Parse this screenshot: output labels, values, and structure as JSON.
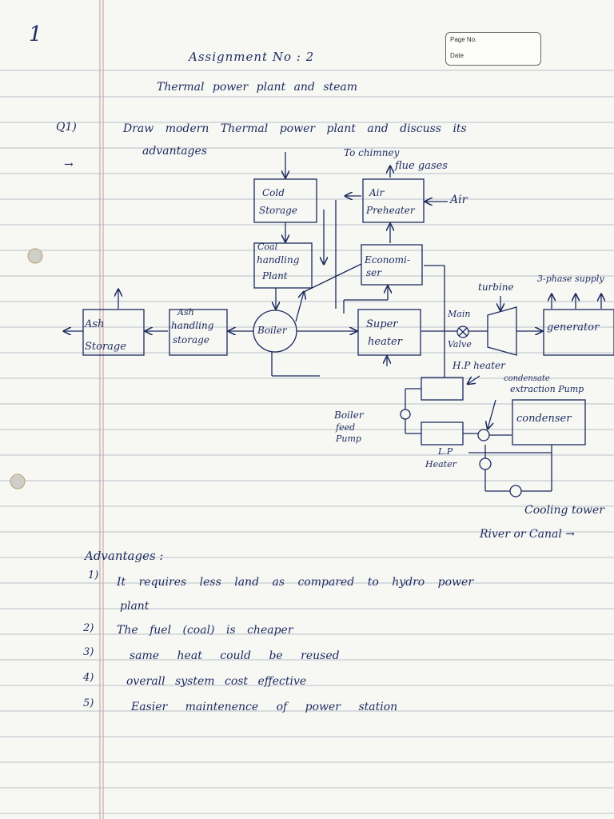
{
  "page_box": {
    "page_no_label": "Page No.",
    "date_label": "Date"
  },
  "header": {
    "page_mark": "1",
    "assignment": "Assignment   No : 2",
    "topic": "Thermal power plant and steam"
  },
  "question": {
    "number": "Q1)",
    "line1": "Draw modern Thermal power plant and discuss its",
    "line2": "advantages",
    "arrow": "→"
  },
  "diagram": {
    "to_chimney": "To chimney",
    "flue_gases": "flue gases",
    "cold_storage": [
      "Cold",
      "Storage"
    ],
    "air_preheater": [
      "Air",
      "Preheater"
    ],
    "air": "Air",
    "coal_handling": [
      "Coal",
      "handling",
      "Plant"
    ],
    "economiser": [
      "Economi-",
      "ser"
    ],
    "ash_storage": [
      "Ash",
      "Storage"
    ],
    "ash_handling": [
      "Ash",
      "handling",
      "storage"
    ],
    "boiler": "Boiler",
    "super_heater": [
      "Super",
      "heater"
    ],
    "main_valve": [
      "Main",
      "Valve"
    ],
    "turbine": "turbine",
    "supply": "3-phase supply",
    "generator": "generator",
    "hp_heater": "H.P heater",
    "condensate_pump": [
      "condensate",
      "extraction Pump"
    ],
    "condenser": "condenser",
    "boiler_feed_pump": [
      "Boiler",
      "feed",
      "Pump"
    ],
    "lp_heater": [
      "L.P",
      "Heater"
    ],
    "cooling_tower": "Cooling tower",
    "river": "River or Canal →"
  },
  "advantages": {
    "heading": "Advantages :",
    "items": [
      {
        "num": "1)",
        "text": "It requires less land as compared to hydro power",
        "text2": "plant"
      },
      {
        "num": "2)",
        "text": "The fuel (coal) is cheaper"
      },
      {
        "num": "3)",
        "text": "same heat could be reused"
      },
      {
        "num": "4)",
        "text": "overall system cost effective"
      },
      {
        "num": "5)",
        "text": "Easier maintenence of power station"
      }
    ]
  }
}
